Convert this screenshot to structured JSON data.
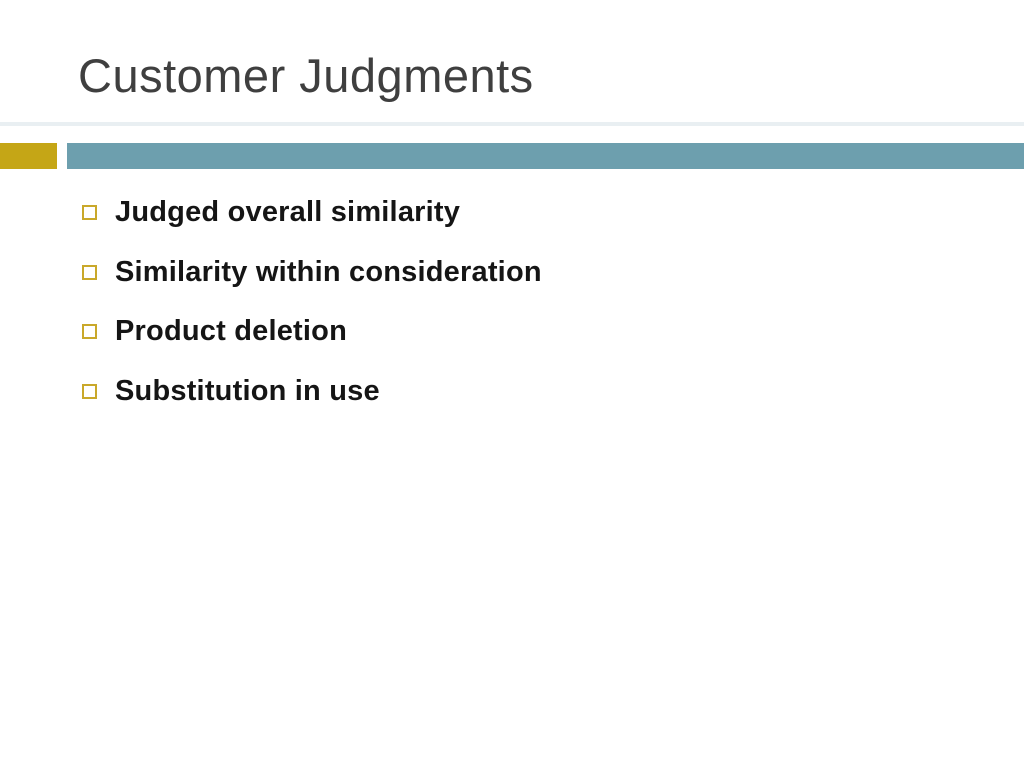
{
  "slide": {
    "title": "Customer Judgments",
    "bullets": [
      "Judged overall similarity",
      "Similarity within consideration",
      "Product deletion",
      "Substitution in use"
    ]
  },
  "icons": {
    "bullet": "hollow-square-icon"
  },
  "colors": {
    "background": "#ffffff",
    "title_text": "#3f3f3f",
    "body_text": "#151515",
    "accent_teal": "#6d9fae",
    "accent_gold": "#c5a616",
    "bullet_outline": "#c9a82a",
    "divider_light": "#e9eff2"
  }
}
